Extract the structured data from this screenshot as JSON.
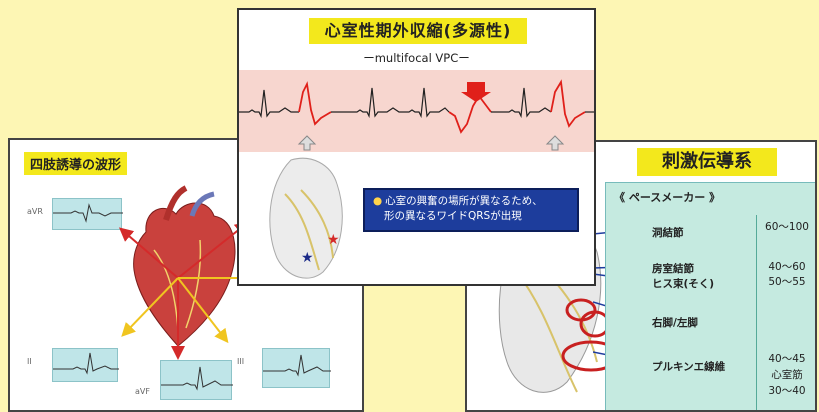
{
  "left_slide": {
    "title": "四肢誘導の波形",
    "lead_labels": {
      "avr": "aVR",
      "ii": "II",
      "iii": "III",
      "avf": "aVF"
    }
  },
  "right_slide": {
    "title": "刺激伝導系",
    "pacemaker_header": "《 ペースメーカー 》",
    "nodes": [
      {
        "label": "洞結節",
        "rate": "60〜100"
      },
      {
        "label": "房室結節",
        "rate": "40〜60"
      },
      {
        "label": "ヒス束(そく)",
        "rate": "50〜55"
      },
      {
        "label": "右脚/左脚",
        "rate": ""
      },
      {
        "label": "プルキンエ線維",
        "rate": "40〜45"
      }
    ],
    "extra_rates": [
      "心室筋",
      "30〜40"
    ]
  },
  "center_slide": {
    "title": "心室性期外収縮(多源性)",
    "subtitle": "ーmultifocal VPCー",
    "info_text_line1": "心室の興奮の場所が異なるため、",
    "info_text_line2": "形の異なるワイドQRSが出現"
  },
  "colors": {
    "background": "#fdf6b4",
    "title_yellow": "#f3e81c",
    "info_blue": "#1d3d9c",
    "ecg_pink": "#f7d6cf",
    "ecg_red": "#e0201a",
    "arrow_red": "#d42a2a",
    "arrow_yellow": "#f0c520",
    "panel_teal": "#c5eae0"
  }
}
